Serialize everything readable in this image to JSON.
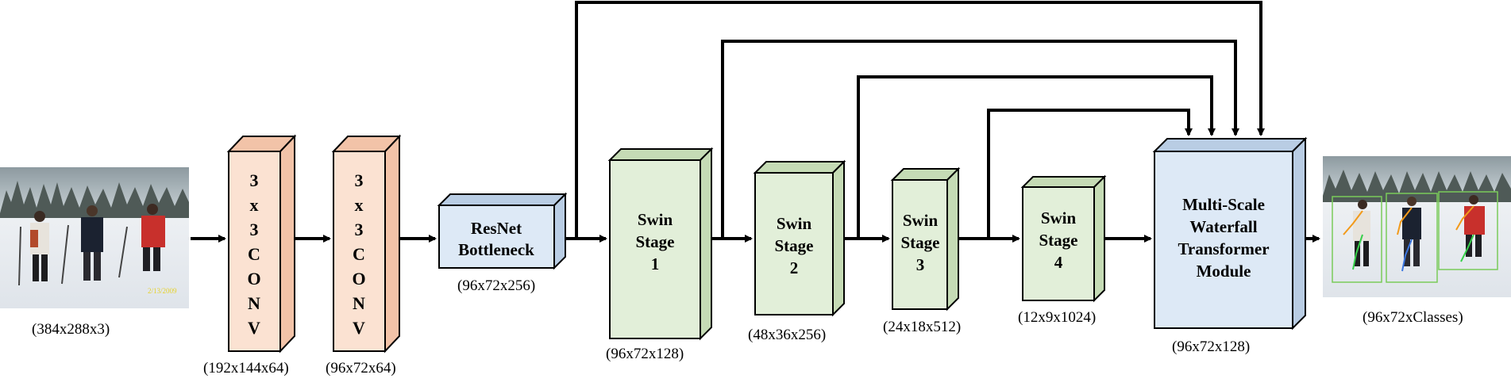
{
  "input_image": {
    "caption": "(384x288x3)",
    "date_stamp": "2/13/2009"
  },
  "conv1": {
    "letters": [
      "3",
      "x",
      "3",
      "C",
      "O",
      "N",
      "V"
    ],
    "dims": "(192x144x64)"
  },
  "conv2": {
    "letters": [
      "3",
      "x",
      "3",
      "C",
      "O",
      "N",
      "V"
    ],
    "dims": "(96x72x64)"
  },
  "resnet": {
    "line1": "ResNet",
    "line2": "Bottleneck",
    "dims": "(96x72x256)"
  },
  "swin_stages": [
    {
      "line1": "Swin",
      "line2": "Stage",
      "line3": "1",
      "dims": "(96x72x128)"
    },
    {
      "line1": "Swin",
      "line2": "Stage",
      "line3": "2",
      "dims": "(48x36x256)"
    },
    {
      "line1": "Swin",
      "line2": "Stage",
      "line3": "3",
      "dims": "(24x18x512)"
    },
    {
      "line1": "Swin",
      "line2": "Stage",
      "line3": "4",
      "dims": "(12x9x1024)"
    }
  ],
  "waterfall": {
    "line1": "Multi-Scale",
    "line2": "Waterfall",
    "line3": "Transformer",
    "line4": "Module",
    "dims": "(96x72x128)"
  },
  "output_image": {
    "caption": "(96x72xClasses)"
  },
  "colors": {
    "conv_front": "#fbe2d2",
    "conv_side": "#f2c3a8",
    "resnet_front": "#dde9f6",
    "resnet_side": "#b9cde4",
    "swin_front": "#e2efd9",
    "swin_side": "#c5dbb5",
    "waterfall_front": "#dde9f6",
    "waterfall_side": "#b9cde4",
    "stroke": "#000000"
  }
}
